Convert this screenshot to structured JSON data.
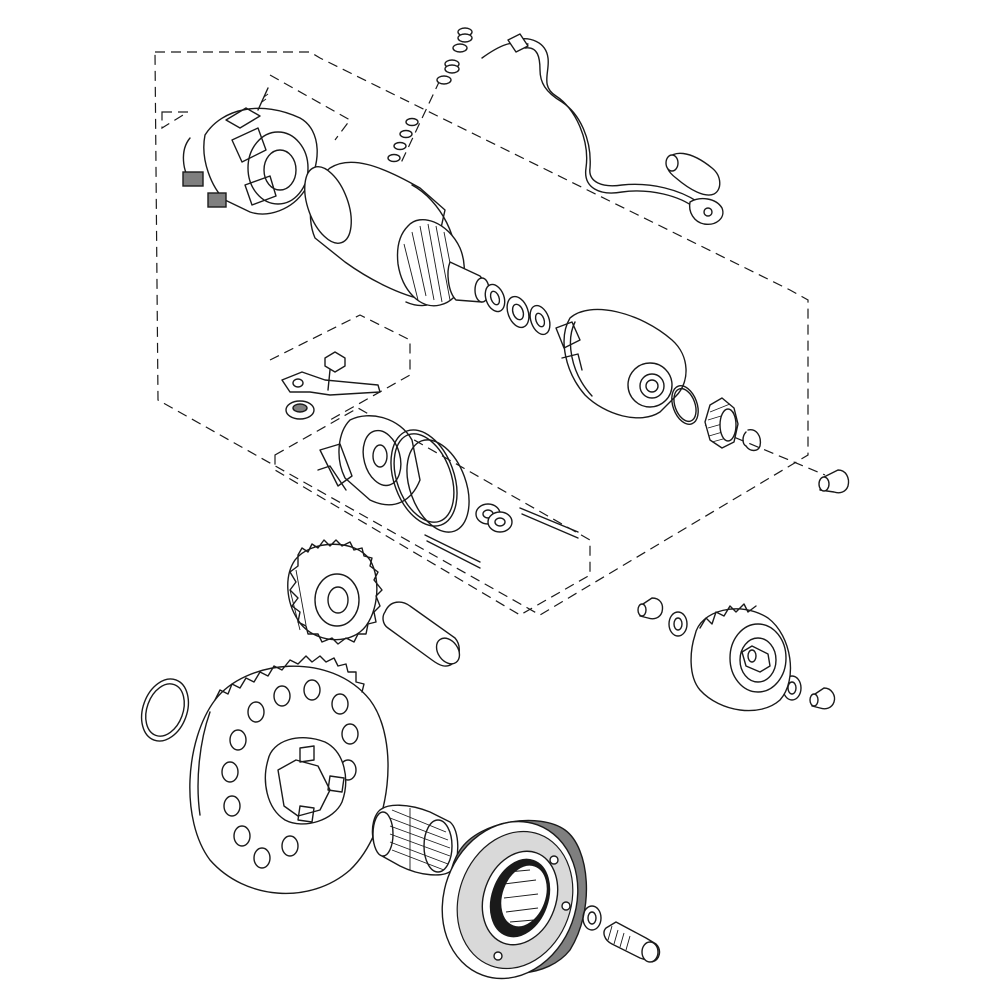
{
  "colors": {
    "line": "#1a1a1a",
    "background": "#ffffff",
    "shade": "#d9d9d9",
    "dark_shade": "#7f7f7f"
  },
  "diagram": {
    "kind": "exploded parts view",
    "text": []
  },
  "parts": [
    "brush-holder-plate",
    "brush-holder-screw",
    "terminal-nuts-and-washers",
    "starter-motor-cable",
    "cable-boot",
    "ring-terminal",
    "starter-motor-housing",
    "armature-commutator",
    "armature-shims",
    "drive-end-cover",
    "o-ring",
    "pinion-gear",
    "circlip",
    "needle-bushing",
    "mounting-bracket",
    "bracket-bolt",
    "grommet",
    "rear-end-cover",
    "rear-o-rings",
    "through-bolts",
    "idler-gear",
    "idler-shaft",
    "reduction-gear-assembly",
    "reduction-gear-bushings",
    "reduction-gear-washers",
    "flywheel-shim",
    "starter-driven-gear",
    "needle-bearing",
    "starter-clutch",
    "clutch-washer",
    "clutch-bolt"
  ]
}
